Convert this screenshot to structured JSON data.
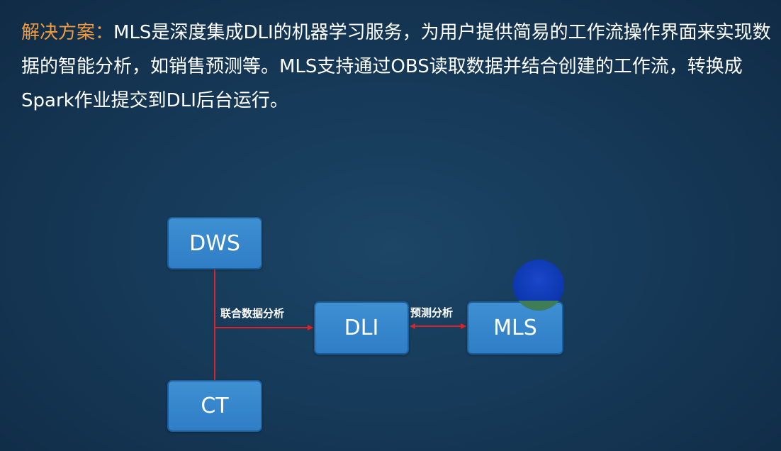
{
  "intro": {
    "lead": "解决方案：",
    "body": "MLS是深度集成DLI的机器学习服务，为用户提供简易的工作流操作界面来实现数据的智能分析，如销售预测等。MLS支持通过OBS读取数据并结合创建的工作流，转换成Spark作业提交到DLI后台运行。"
  },
  "diagram": {
    "nodes": {
      "dws": "DWS",
      "dli": "DLI",
      "mls": "MLS",
      "ct": "CT"
    },
    "edge_labels": {
      "joint_analysis": "联合数据分析",
      "predict_analysis": "预测分析"
    },
    "connector_color": "#d9232a"
  }
}
